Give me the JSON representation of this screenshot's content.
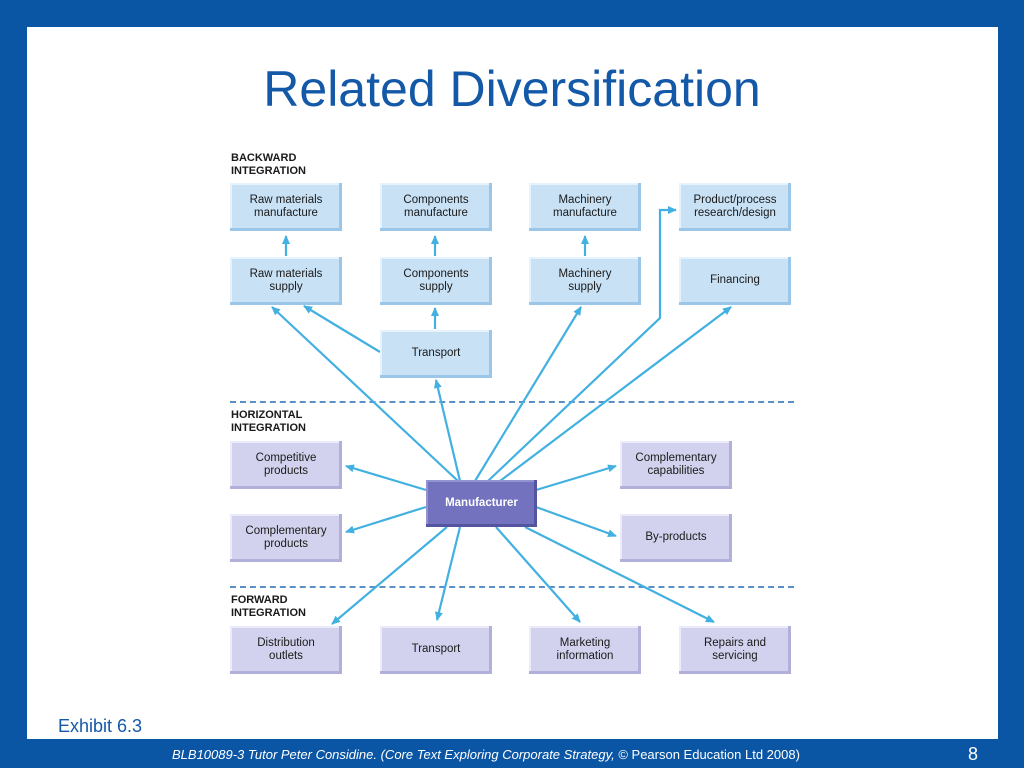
{
  "slide": {
    "title": "Related Diversification",
    "exhibit": "Exhibit 6.3",
    "footer_credit_italic": "BLB10089-3 Tutor Peter Considine. (Core Text Exploring Corporate Strategy,",
    "footer_credit_plain": " © Pearson Education Ltd 2008)",
    "page_number": "8"
  },
  "diagram": {
    "sections": {
      "backward": "BACKWARD\nINTEGRATION",
      "horizontal": "HORIZONTAL\nINTEGRATION",
      "forward": "FORWARD\nINTEGRATION"
    },
    "boxes": {
      "raw_materials_manufacture": "Raw materials\nmanufacture",
      "components_manufacture": "Components\nmanufacture",
      "machinery_manufacture": "Machinery\nmanufacture",
      "product_process_research_design": "Product/process\nresearch/design",
      "raw_materials_supply": "Raw materials\nsupply",
      "components_supply": "Components\nsupply",
      "machinery_supply": "Machinery\nsupply",
      "financing": "Financing",
      "transport_backward": "Transport",
      "competitive_products": "Competitive\nproducts",
      "complementary_capabilities": "Complementary\ncapabilities",
      "manufacturer": "Manufacturer",
      "complementary_products": "Complementary\nproducts",
      "by_products": "By-products",
      "distribution_outlets": "Distribution\noutlets",
      "transport_forward": "Transport",
      "marketing_information": "Marketing\ninformation",
      "repairs_and_servicing": "Repairs and\nservicing"
    },
    "colors": {
      "arrow": "#42b0e0",
      "backward_box": "#c8e1f5",
      "related_box": "#d2d2ee",
      "manufacturer_box": "#7272bf",
      "divider": "#5b8fc8",
      "frame": "#0b56a4",
      "title": "#1458a8"
    }
  }
}
